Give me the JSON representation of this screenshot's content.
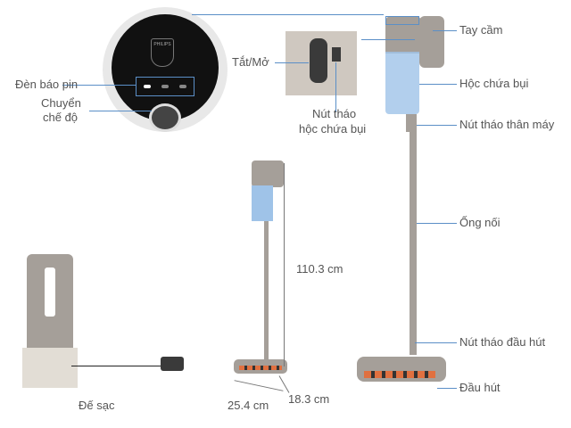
{
  "brand": "PHILIPS",
  "labels": {
    "handle": "Tay cầm",
    "dust_bin": "Hộc chứa bụi",
    "body_release": "Nút tháo thân máy",
    "tube": "Ống nối",
    "head_release": "Nút tháo đầu hút",
    "nozzle": "Đầu hút",
    "battery_indicator": "Đèn báo pin",
    "mode_switch_1": "Chuyển",
    "mode_switch_2": "chế độ",
    "power": "Tắt/Mở",
    "bin_release_1": "Nút tháo",
    "bin_release_2": "hộc chứa bụi",
    "charging_base": "Đế sạc"
  },
  "dimensions": {
    "height": "110.3 cm",
    "width": "25.4 cm",
    "depth": "18.3 cm"
  },
  "colors": {
    "leader": "#5b8fc7",
    "body": "#a59f99",
    "bin": "#9fc3e8",
    "brush": "#e07040"
  }
}
